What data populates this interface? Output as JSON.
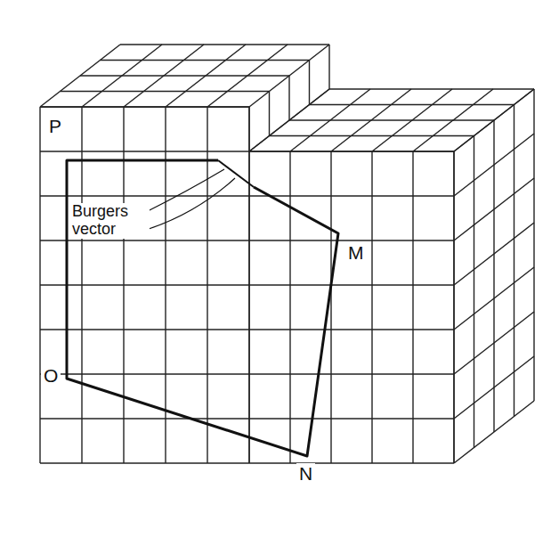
{
  "diagram": {
    "labels": [
      "P",
      "Burgers vector",
      "M",
      "O",
      "N"
    ]
  }
}
